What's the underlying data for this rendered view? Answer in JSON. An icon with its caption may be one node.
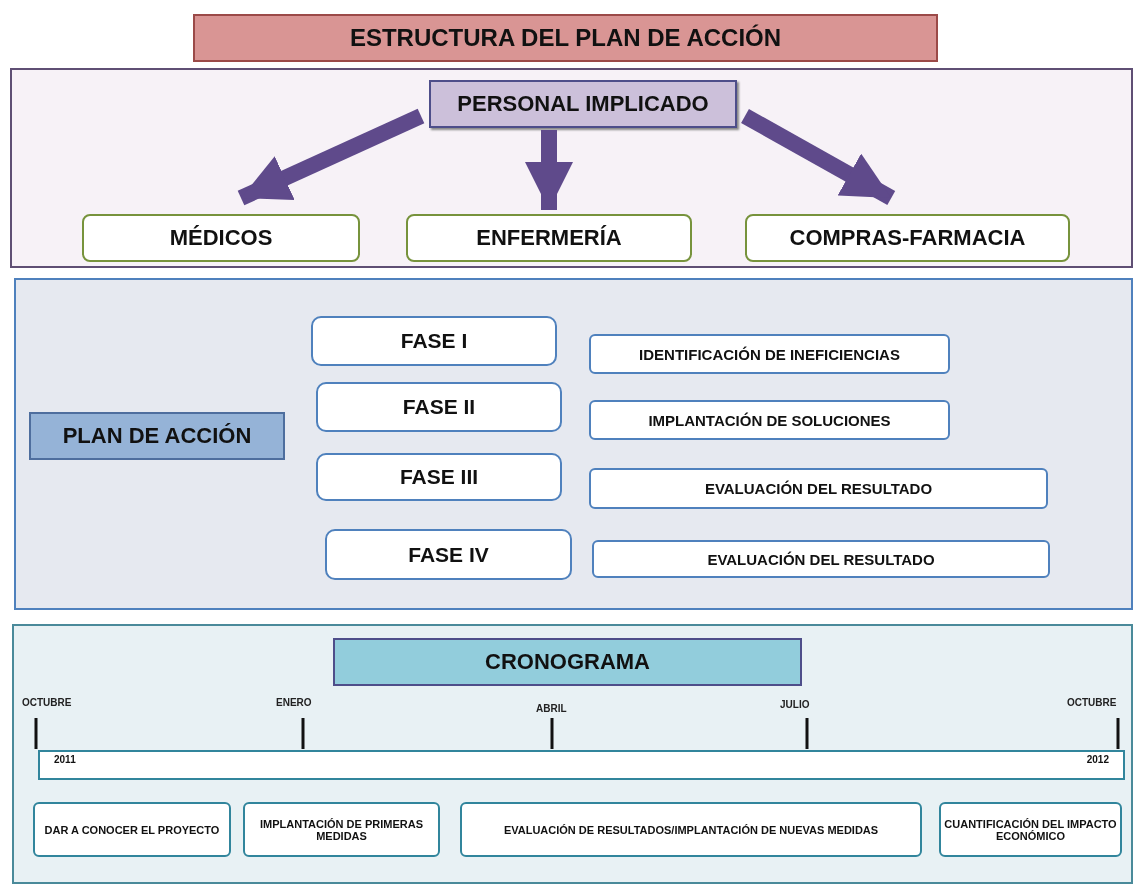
{
  "diagram": {
    "nodes": [
      {
        "text": [
          "ESTRUCTURA DEL PLAN DE ACCIÓN"
        ]
      },
      {
        "text": [],
        "shape": "box"
      },
      {
        "text": [
          "PERSONAL IMPLICADO"
        ],
        "in": 1
      },
      {
        "text": [
          "MÉDICOS"
        ],
        "in": 1
      },
      {
        "text": [
          "ENFERMERÍA"
        ],
        "in": 1
      },
      {
        "text": [
          "COMPRAS-FARMACIA"
        ],
        "in": 1
      },
      {
        "text": [],
        "shape": "box"
      },
      {
        "text": [
          "PLAN DE ACCIÓN"
        ],
        "in": 6
      },
      {
        "text": [
          "FASE I"
        ],
        "in": 6
      },
      {
        "text": [
          "IDENTIFICACIÓN DE INEFICIENCIAS"
        ],
        "in": 6
      },
      {
        "text": [
          "FASE II"
        ],
        "in": 6
      },
      {
        "text": [
          "IMPLANTACIÓN DE SOLUCIONES"
        ],
        "in": 6
      },
      {
        "text": [
          "FASE III"
        ],
        "in": 6
      },
      {
        "text": [
          "EVALUACIÓN DEL RESULTADO"
        ],
        "in": 6
      },
      {
        "text": [
          "FASE IV"
        ],
        "in": 6
      },
      {
        "text": [
          "EVALUACIÓN DEL RESULTADO"
        ],
        "in": 6
      },
      {
        "text": [],
        "shape": "box"
      },
      {
        "text": [
          "CRONOGRAMA"
        ],
        "in": 16
      },
      {
        "text": [
          "2011",
          "2012"
        ],
        "in": 16
      },
      {
        "text": [
          "DAR A CONOCER EL PROYECTO"
        ],
        "in": 16
      },
      {
        "text": [
          "IMPLANTACIÓN DE PRIMERAS MEDIDAS"
        ],
        "in": 16
      },
      {
        "text": [
          "EVALUACIÓN DE RESULTADOS/IMPLANTACIÓN DE NUEVAS MEDIDAS"
        ],
        "in": 16
      },
      {
        "text": [
          "CUANTIFICACIÓN DEL IMPACTO ECONÓMICO"
        ],
        "in": 16
      }
    ],
    "edges": [
      {
        "from": 2,
        "to": 3,
        "arrow": "to"
      },
      {
        "from": 2,
        "to": 4,
        "arrow": "to"
      },
      {
        "from": 2,
        "to": 5,
        "arrow": "to"
      }
    ],
    "labels": [
      "OCTUBRE",
      "ENERO",
      "ABRIL",
      "JULIO",
      "OCTUBRE"
    ]
  }
}
